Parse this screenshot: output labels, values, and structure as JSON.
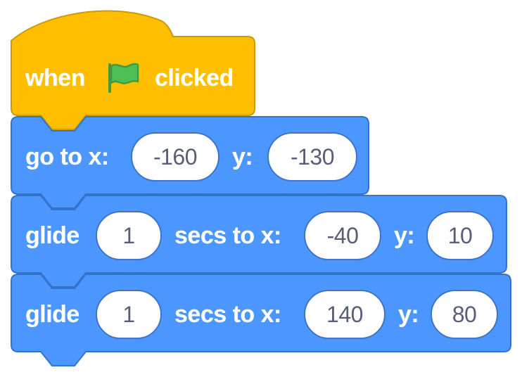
{
  "colors": {
    "events": "#ffbf00",
    "events_border": "#cc9900",
    "motion": "#4c97ff",
    "motion_border": "#3373cc",
    "field_text": "#575e75",
    "flag": "#4cbf56"
  },
  "hat_block": {
    "label_before": "when",
    "icon": "green-flag-icon",
    "label_after": "clicked"
  },
  "blocks": [
    {
      "label_1": "go to x:",
      "x_value": "-160",
      "label_2": "y:",
      "y_value": "-130"
    },
    {
      "label_1": "glide",
      "secs_value": "1",
      "label_2": "secs to x:",
      "x_value": "-40",
      "label_3": "y:",
      "y_value": "10"
    },
    {
      "label_1": "glide",
      "secs_value": "1",
      "label_2": "secs to x:",
      "x_value": "140",
      "label_3": "y:",
      "y_value": "80"
    }
  ]
}
